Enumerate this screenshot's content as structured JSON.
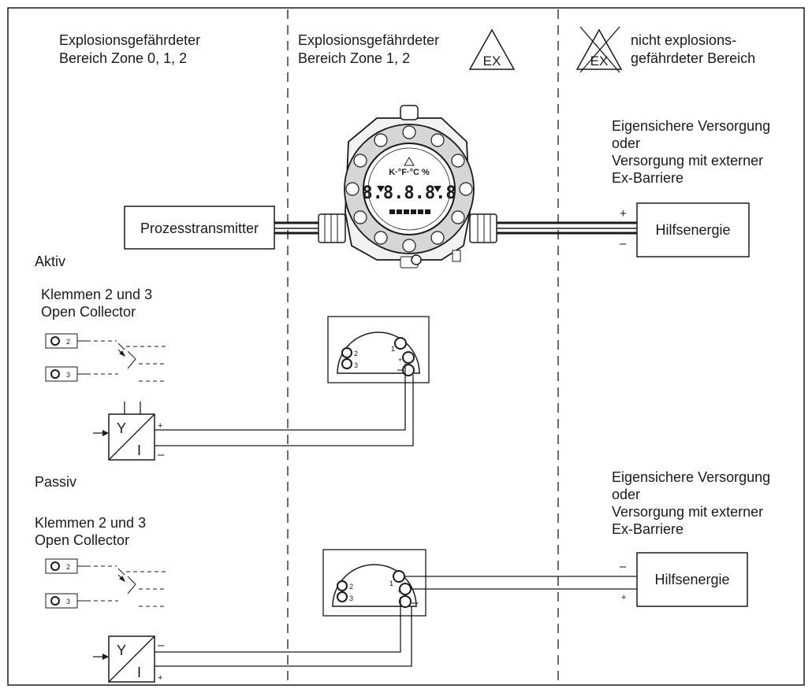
{
  "zones": {
    "zone012": [
      "Explosionsgefährdeter",
      "Bereich Zone 0, 1, 2"
    ],
    "zone12": [
      "Explosionsgefährdeter",
      "Bereich Zone 1, 2"
    ],
    "ex_symbol": "EX",
    "non_ex": [
      "nicht explosions-",
      "gefährdeter Bereich"
    ]
  },
  "supply_top": [
    "Eigensichere Versorgung",
    "oder",
    "Versorgung mit externer",
    "Ex-Barriere"
  ],
  "supply_bottom": [
    "Eigensichere Versorgung",
    "oder",
    "Versorgung mit externer",
    "Ex-Barriere"
  ],
  "transmitter_label": "Prozesstransmitter",
  "power_label_top": "Hilfsenergie",
  "power_label_bottom": "Hilfsenergie",
  "display": {
    "units": "K·°F·°C %",
    "digits": "8.8.8.8.8"
  },
  "sections": {
    "active": "Aktiv",
    "passive": "Passiv"
  },
  "terminals_caption": [
    "Klemmen 2 und 3",
    "Open Collector"
  ],
  "terminal_numbers": {
    "one": "1",
    "two": "2",
    "three": "3"
  },
  "signs": {
    "plus": "+",
    "minus": "–"
  },
  "converter": {
    "input": "Y",
    "output": "I"
  }
}
